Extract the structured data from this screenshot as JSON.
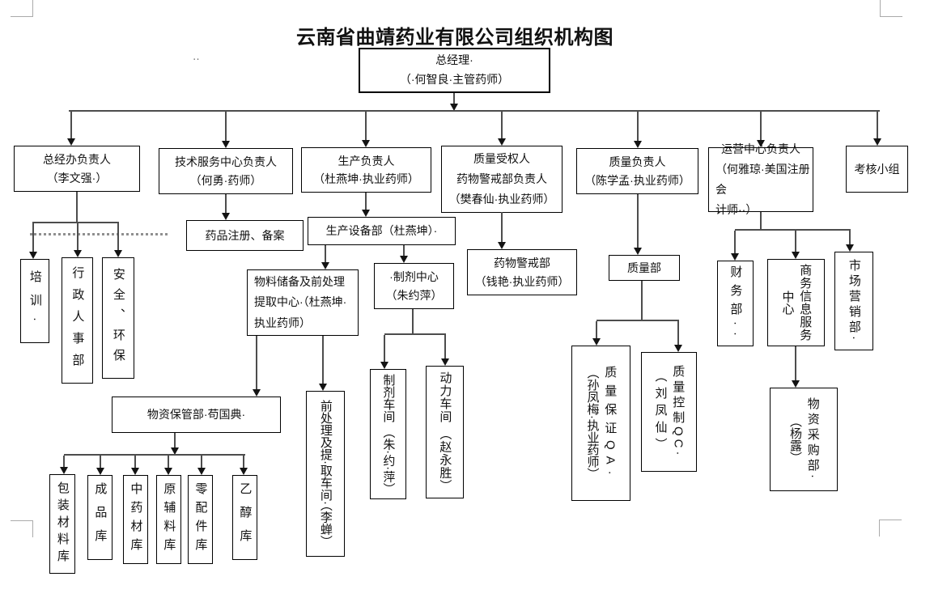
{
  "title": "云南省曲靖药业有限公司组织机构图",
  "artifact": {
    "dots": "‥"
  },
  "boxes": {
    "gm": {
      "l1": "总经理·",
      "l2": "（·何智良·主管药师）"
    },
    "zgb": {
      "l1": "总经办负责人",
      "l2": "（李文强·）"
    },
    "tech": {
      "l1": "技术服务中心负责人",
      "l2": "（何勇·药师）"
    },
    "prod": {
      "l1": "生产负责人",
      "l2": "（杜燕坤·执业药师）"
    },
    "qa_auth": {
      "l1": "质量受权人",
      "l2": "药物警戒部负责人",
      "l3": "（樊春仙·执业药师）"
    },
    "qual": {
      "l1": "质量负责人",
      "l2": "（陈学孟·执业药师）"
    },
    "ops": {
      "l1": "运营中心负责人",
      "l2": "（何雅琼·美国注册会",
      "l3": "计师··）"
    },
    "assess": {
      "l1": "考核小组"
    },
    "train": {
      "l1": "培训·"
    },
    "hr": {
      "l1": "行政人事部"
    },
    "safety": {
      "l1": "安全、环保"
    },
    "reg": {
      "l1": "药品注册、备案"
    },
    "equip": {
      "l1": "生产设备部（杜燕坤）·"
    },
    "material_center": {
      "l1": "物料储备及前处理",
      "l2": "提取中心·（杜燕坤·",
      "l3": "执业药师）"
    },
    "prep_center": {
      "l1": "·制剂中心",
      "l2": "（朱约萍）"
    },
    "pv": {
      "l1": "药物警戒部",
      "l2": "（钱艳·执业药师）"
    },
    "qd": {
      "l1": "质量部"
    },
    "qa": {
      "c1": "质量保证QA·",
      "c2": "（孙凤梅·执业药师）"
    },
    "qc": {
      "c1": "质量控制QC·",
      "c2": "（刘凤仙）"
    },
    "storage": {
      "l1": "物资保管部·苟国典·"
    },
    "pkg": {
      "l1": "包装材料库"
    },
    "finished": {
      "l1": "成品库"
    },
    "herb": {
      "l1": "中药材库"
    },
    "raw": {
      "l1": "原辅料库"
    },
    "spare": {
      "l1": "零配件库"
    },
    "ethanol": {
      "l1": "乙醇库"
    },
    "prep_ws": {
      "l1": "前处理及提·取车间·（李蝉）"
    },
    "form_ws": {
      "l1": "制剂车间 （朱·约·萍）"
    },
    "power_ws": {
      "l1": "动力车间 （赵永胜）"
    },
    "fin": {
      "l1": "财务部··"
    },
    "biz": {
      "c1": "商务信息服务",
      "c2": "中心"
    },
    "mkt": {
      "l1": "市场营销部·"
    },
    "purchase": {
      "c1": "物资采购部·",
      "c2": "（杨露）"
    }
  }
}
